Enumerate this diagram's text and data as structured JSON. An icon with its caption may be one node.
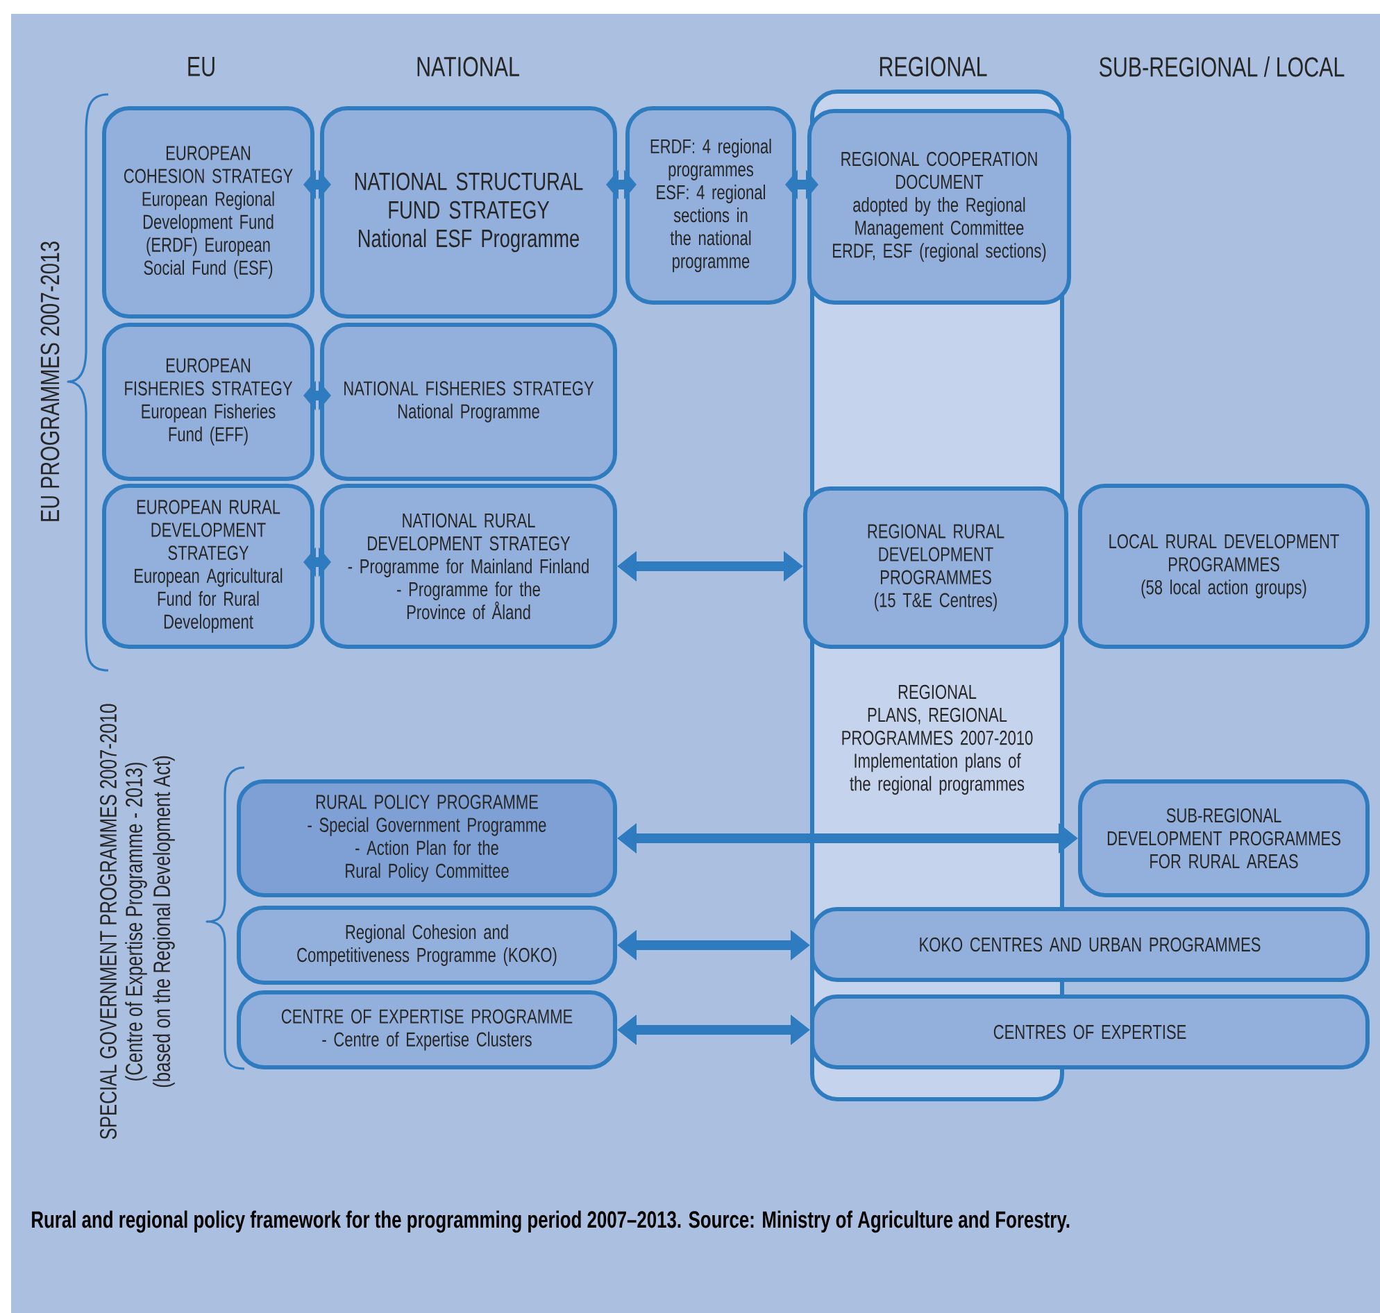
{
  "diagram": {
    "caption": "Rural and regional policy framework for the programming period 2007–2013. Source: Ministry of Agriculture and Forestry.",
    "nodes": [
      {
        "text": [
          "EUROPEAN COHESION STRATEGY",
          "European Regional Development Fund (ERDF) European Social Fund (ESF)"
        ]
      },
      {
        "text": [
          "NATIONAL STRUCTURAL FUND STRATEGY",
          "National ESF Programme"
        ]
      },
      {
        "text": [
          "ERDF: 4 regional programmes",
          "ESF: 4 regional sections in the national programme"
        ]
      },
      {
        "text": [
          "REGIONAL PLANS, REGIONAL PROGRAMMES 2007-2010",
          "Implementation plans of the regional programmes"
        ]
      },
      {
        "text": [
          "REGIONAL COOPERATION DOCUMENT",
          "adopted by the Regional Management Committee ERDF, ESF (regional sections)"
        ],
        "in": 3
      },
      {
        "text": [
          "EUROPEAN FISHERIES STRATEGY",
          "European Fisheries Fund (EFF)"
        ]
      },
      {
        "text": [
          "NATIONAL FISHERIES STRATEGY",
          "National Programme"
        ]
      },
      {
        "text": [
          "EUROPEAN RURAL DEVELOPMENT STRATEGY",
          "European Agricultural Fund for Rural Development"
        ]
      },
      {
        "text": [
          "NATIONAL RURAL DEVELOPMENT STRATEGY",
          "- Programme for Mainland Finland",
          "- Programme for the Province of Åland"
        ]
      },
      {
        "text": [
          "REGIONAL RURAL DEVELOPMENT PROGRAMMES",
          "(15 T&E Centres)"
        ],
        "in": 3
      },
      {
        "text": [
          "LOCAL RURAL DEVELOPMENT PROGRAMMES",
          "(58 local action groups)"
        ]
      },
      {
        "text": [
          "RURAL POLICY PROGRAMME",
          "- Special Government Programme",
          "- Action Plan for the Rural Policy Committee"
        ]
      },
      {
        "text": [
          "SUB-REGIONAL DEVELOPMENT PROGRAMMES FOR RURAL AREAS"
        ]
      },
      {
        "text": [
          "Regional Cohesion and Competitiveness Programme (KOKO)"
        ]
      },
      {
        "text": [
          "KOKO CENTRES AND URBAN PROGRAMMES"
        ]
      },
      {
        "text": [
          "CENTRE OF EXPERTISE PROGRAMME",
          "- Centre of Expertise Clusters"
        ]
      },
      {
        "text": [
          "CENTRES OF EXPERTISE"
        ]
      }
    ],
    "edges": [
      {
        "from": 0,
        "to": 1,
        "arrow": "both"
      },
      {
        "from": 1,
        "to": 2,
        "arrow": "both"
      },
      {
        "from": 2,
        "to": 4,
        "arrow": "both"
      },
      {
        "from": 5,
        "to": 6,
        "arrow": "both"
      },
      {
        "from": 7,
        "to": 8,
        "arrow": "both"
      },
      {
        "from": 8,
        "to": 9,
        "arrow": "both"
      },
      {
        "from": 11,
        "to": 12,
        "arrow": "both"
      },
      {
        "from": 13,
        "to": 14,
        "arrow": "both"
      },
      {
        "from": 15,
        "to": 16,
        "arrow": "both"
      }
    ],
    "labels": [
      "EU",
      "NATIONAL",
      "REGIONAL",
      "SUB-REGIONAL / LOCAL",
      "EU PROGRAMMES  2007-2013",
      "SPECIAL GOVERNMENT PROGRAMMES 2007-2010",
      "(Centre of Expertise Programme - 2013)",
      "(based on the Regional Development Act)"
    ]
  }
}
